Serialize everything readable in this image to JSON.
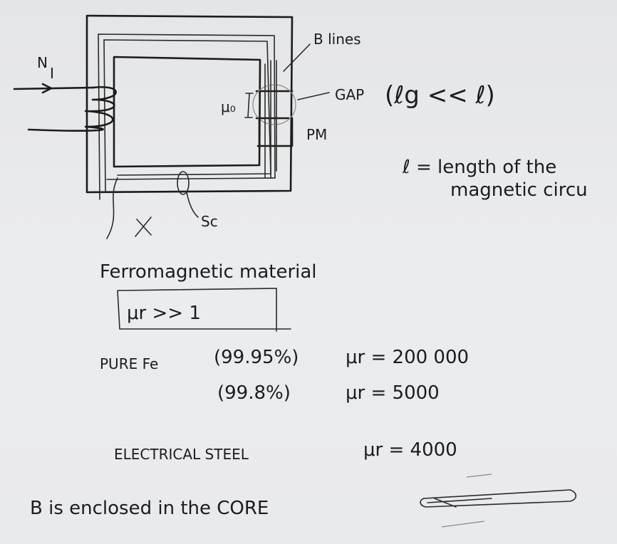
{
  "diagram": {
    "label_N": "N",
    "label_I": "I",
    "label_b_lines": "B lines",
    "label_gap": "GAP",
    "label_gap_condition": "(ℓg << ℓ)",
    "label_mu0": "μ₀",
    "label_pm": "PM",
    "label_sc": "Sc",
    "label_l_def_line1": "ℓ = length of the",
    "label_l_def_line2": "magnetic circu"
  },
  "notes": {
    "heading": "Ferromagnetic material",
    "boxed": "μr >> 1",
    "pure_fe_label": "PURE Fe",
    "pure_fe_1_purity": "(99.95%)",
    "pure_fe_1_mu": "μr = 200 000",
    "pure_fe_2_purity": "(99.8%)",
    "pure_fe_2_mu": "μr = 5000",
    "steel_label": "ELECTRICAL STEEL",
    "steel_mu": "μr = 4000",
    "conclusion": "B is enclosed in the CORE"
  }
}
